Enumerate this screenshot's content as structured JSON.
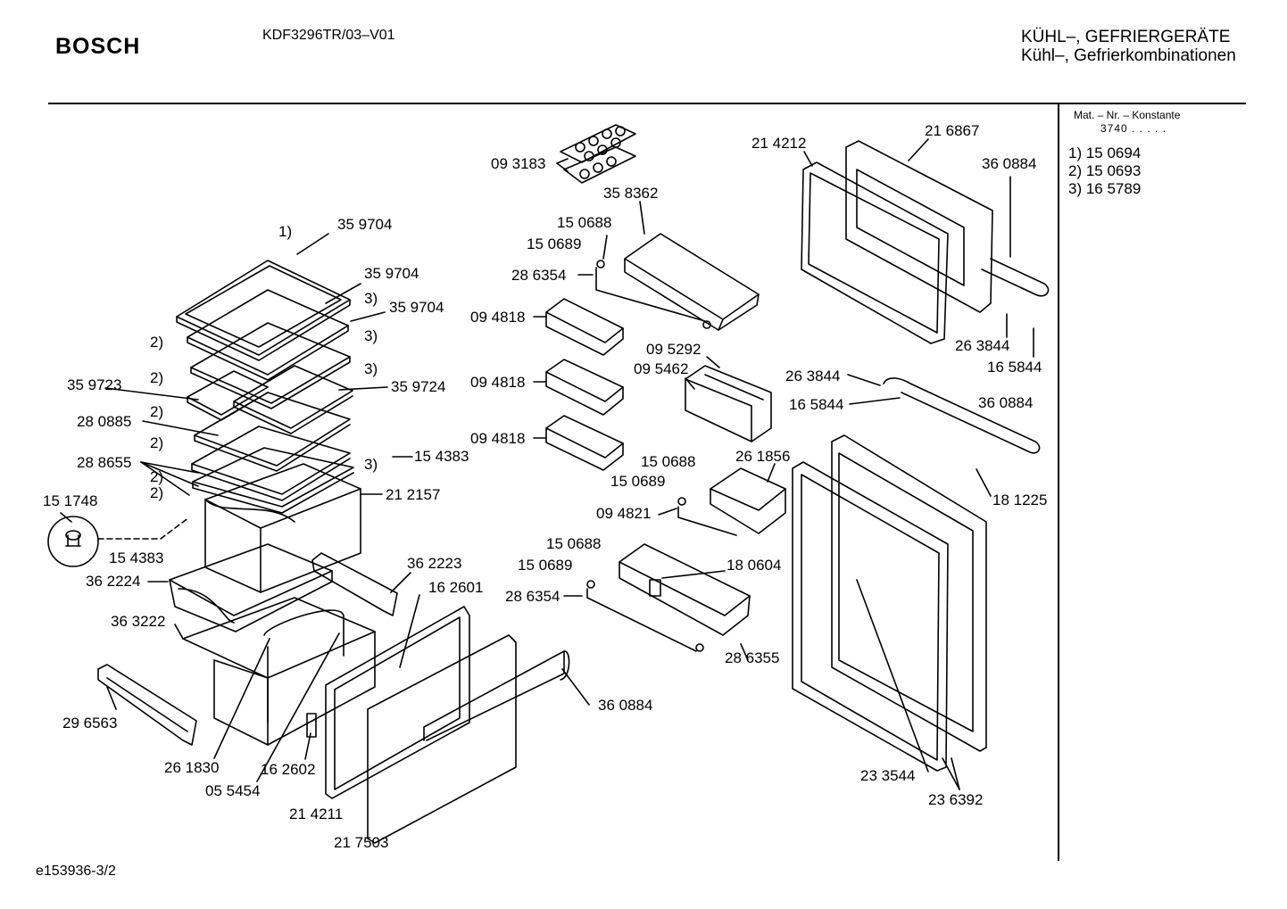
{
  "header": {
    "brand": "BOSCH",
    "model": "KDF3296TR/03–V01",
    "category_line1": "KÜHL–, GEFRIERGERÄTE",
    "category_line2": "Kühl–, Gefrierkombinationen"
  },
  "side_panel": {
    "mat_label": "Mat. – Nr. – Konstante",
    "mat_value": "3740  .  .  .  .  .",
    "notes": [
      "1) 15 0694",
      "2) 15 0693",
      "3) 16 5789"
    ]
  },
  "footer": {
    "drawing_id": "e153936-3/2"
  },
  "labels": {
    "p359704a": "35 9704",
    "p359704b": "35 9704",
    "p359704c": "35 9704",
    "n1": "1)",
    "n2a": "2)",
    "n2b": "2)",
    "n2c": "2)",
    "n2d": "2)",
    "n2e": "2)",
    "n2f": "2)",
    "n3a": "3)",
    "n3b": "3)",
    "n3c": "3)",
    "n3d": "3)",
    "p359723": "35 9723",
    "p359724": "35 9724",
    "p280885": "28 0885",
    "p288655": "28 8655",
    "p154383a": "15 4383",
    "p154383b": "15 4383",
    "p151748": "15 1748",
    "p212157": "21 2157",
    "p362223": "36 2223",
    "p362224": "36 2224",
    "p363222": "36 3222",
    "p162601": "16 2601",
    "p296563": "29 6563",
    "p261830": "26 1830",
    "p162602": "16 2602",
    "p055454": "05 5454",
    "p214211": "21 4211",
    "p217503": "21 7503",
    "p360884a": "36 0884",
    "p093183": "09 3183",
    "p358362": "35 8362",
    "p150688a": "15 0688",
    "p150689a": "15 0689",
    "p286354a": "28 6354",
    "p094818a": "09 4818",
    "p094818b": "09 4818",
    "p094818c": "09 4818",
    "p095292": "09 5292",
    "p095462": "09 5462",
    "p150688b": "15 0688",
    "p150689b": "15 0689",
    "p261856": "26 1856",
    "p094821": "09 4821",
    "p150688c": "15 0688",
    "p150689c": "15 0689",
    "p180604": "18 0604",
    "p286354b": "28 6354",
    "p286355": "28 6355",
    "p214212": "21 4212",
    "p216867": "21 6867",
    "p360884b": "36 0884",
    "p263844a": "26 3844",
    "p165844a": "16 5844",
    "p263844b": "26 3844",
    "p165844b": "16 5844",
    "p360884c": "36 0884",
    "p181225": "18 1225",
    "p233544": "23 3544",
    "p236392": "23 6392"
  }
}
